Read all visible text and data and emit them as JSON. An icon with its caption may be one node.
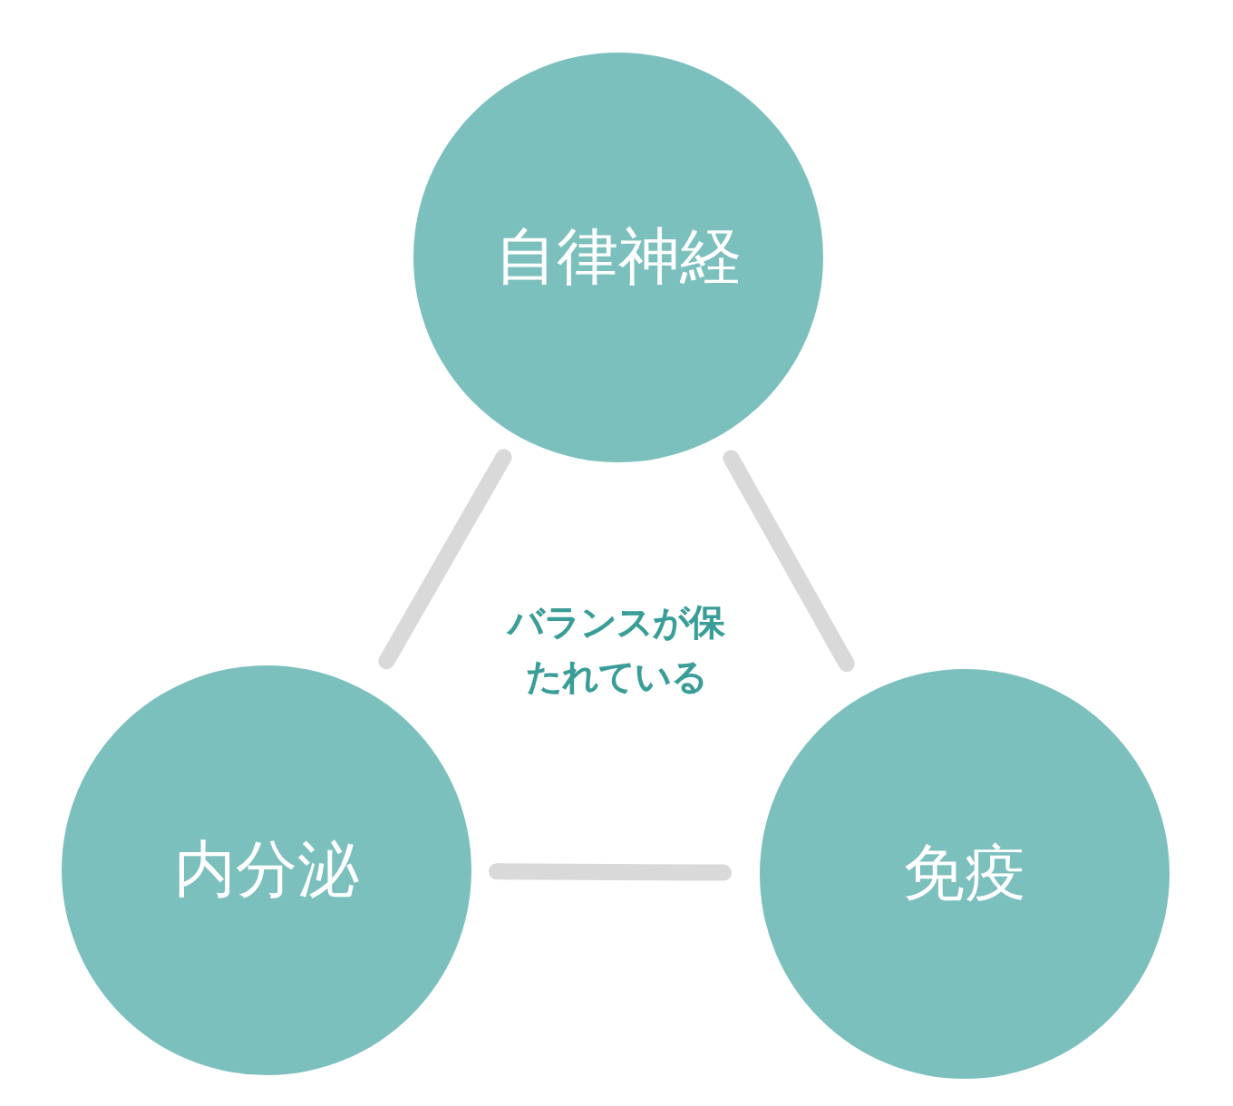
{
  "diagram": {
    "nodes": [
      {
        "text": [
          "自律神経"
        ]
      },
      {
        "text": [
          "内分泌"
        ]
      },
      {
        "text": [
          "免疫"
        ]
      }
    ],
    "edges": [
      {
        "from": 0,
        "to": 1,
        "arrow": "none"
      },
      {
        "from": 0,
        "to": 2,
        "arrow": "none"
      },
      {
        "from": 1,
        "to": 2,
        "arrow": "none"
      }
    ],
    "labels": [
      "バランスが保たれている"
    ]
  }
}
